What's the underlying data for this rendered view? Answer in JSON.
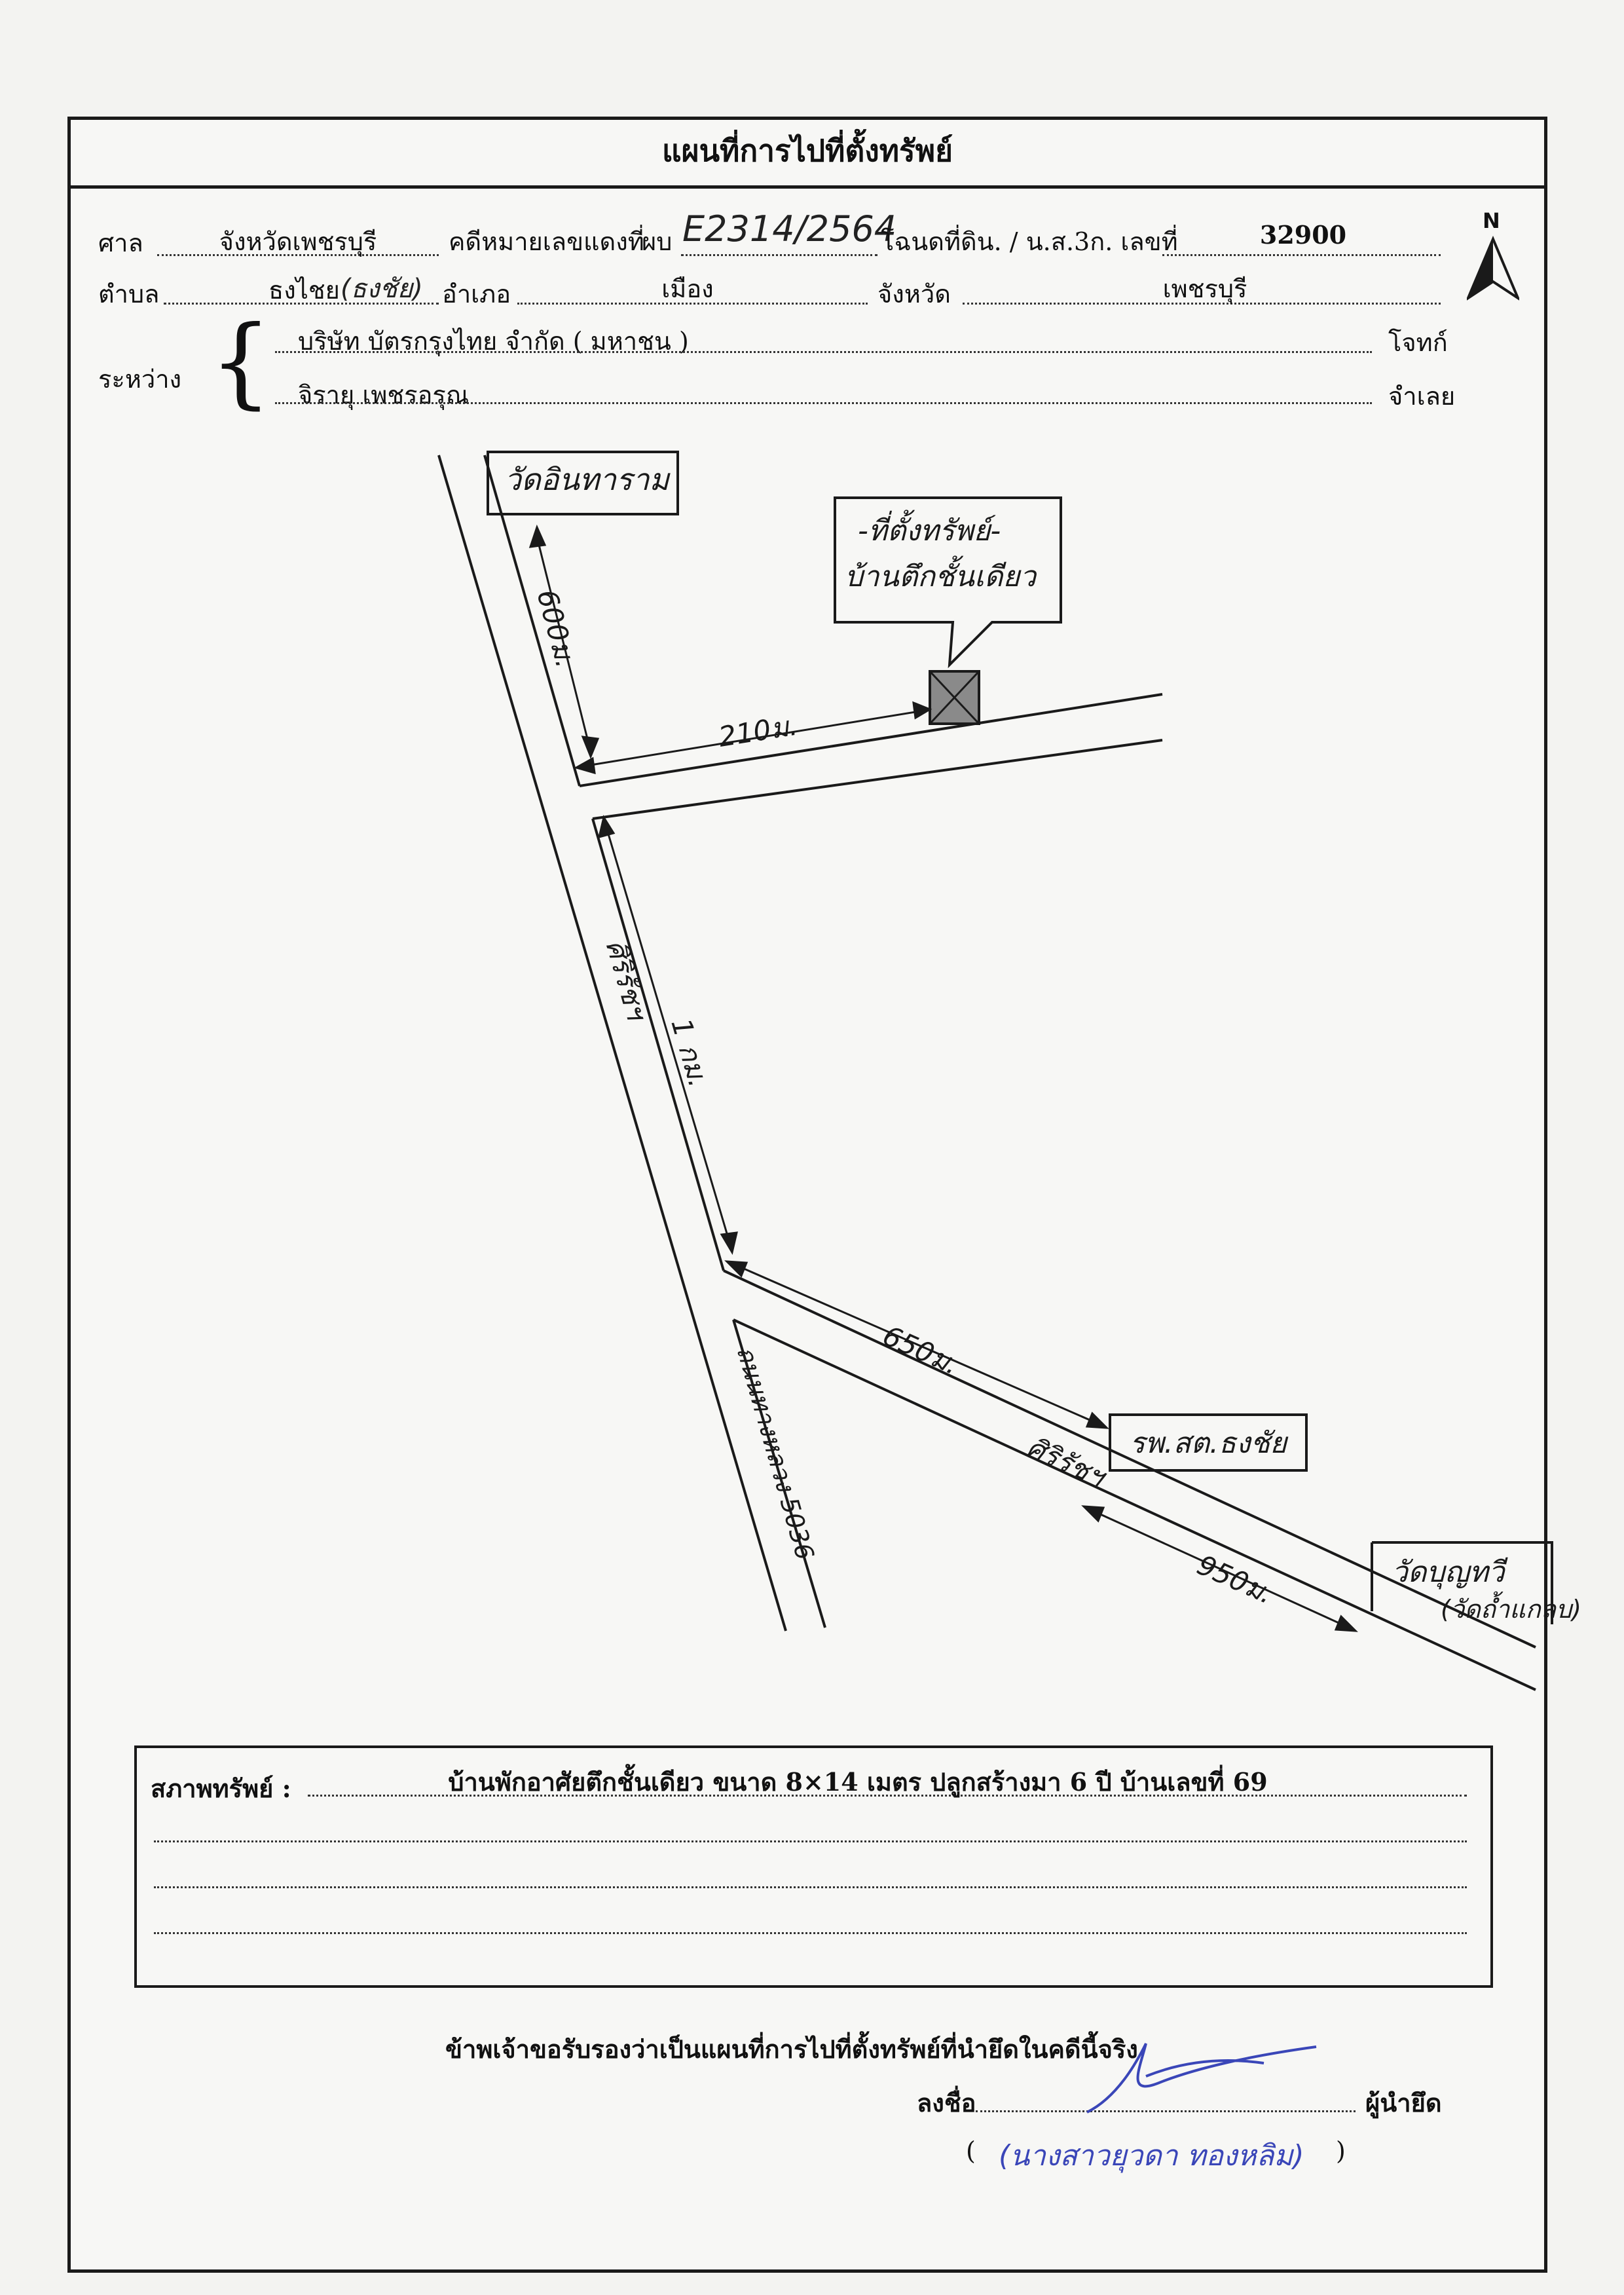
{
  "title": "แผนที่การไปที่ตั้งทรัพย์",
  "header": {
    "court_label": "ศาล",
    "court_value": "จังหวัดเพชรบุรี",
    "case_label": "คดีหมายเลขแดงที่",
    "case_prefix": "ผบ",
    "case_value": "E2314/2564",
    "deed_label": "โฉนดที่ดิน. / น.ส.3ก. เลขที่",
    "deed_value": "32900",
    "subdistrict_label": "ตำบล",
    "subdistrict_value": "ธงไชย",
    "subdistrict_handwritten": "(ธงชัย)",
    "district_label": "อำเภอ",
    "district_value": "เมือง",
    "province_label": "จังหวัด",
    "province_value": "เพชรบุรี",
    "between_label": "ระหว่าง",
    "plaintiff_name": "บริษัท บัตรกรุงไทย จำกัด ( มหาชน )",
    "plaintiff_role": "โจทก์",
    "defendant_name": "จิรายุ เพชรอรุณ",
    "defendant_role": "จำเลย",
    "north": "N"
  },
  "map": {
    "temple_top": "วัดอินทาราม",
    "property_callout_1": "-ที่ตั้งทรัพย์-",
    "property_callout_2": "บ้านตึกชั้นเดียว",
    "dist_600": "600ม.",
    "dist_210": "210ม.",
    "dist_1km": "1 กม.",
    "road_sirirat": "ศิริรัชฯ",
    "road_highway": "ถนนทางหลวง 5036",
    "dist_650": "650ม.",
    "hospital": "รพ.สต.ธงชัย",
    "road_sirirat_2": "ศิริรัชฯ",
    "dist_950": "950ม.",
    "temple_right_1": "วัดบุญทวี",
    "temple_right_2": "(วัดถ้ำแกลบ)"
  },
  "status": {
    "label": "สภาพทรัพย์ :",
    "value": "บ้านพักอาศัยตึกชั้นเดียว ขนาด 8×14 เมตร ปลูกสร้างมา 6 ปี บ้านเลขที่ 69"
  },
  "footer": {
    "certify": "ข้าพเจ้าขอรับรองว่าเป็นแผนที่การไปที่ตั้งทรัพย์ที่นำยึดในคดีนี้จริง",
    "sign_label": "ลงชื่อ",
    "sign_role": "ผู้นำยึด",
    "paren_open": "(",
    "signer_name": "(นางสาวยุวดา ทองหลิม)",
    "paren_close": ")"
  }
}
